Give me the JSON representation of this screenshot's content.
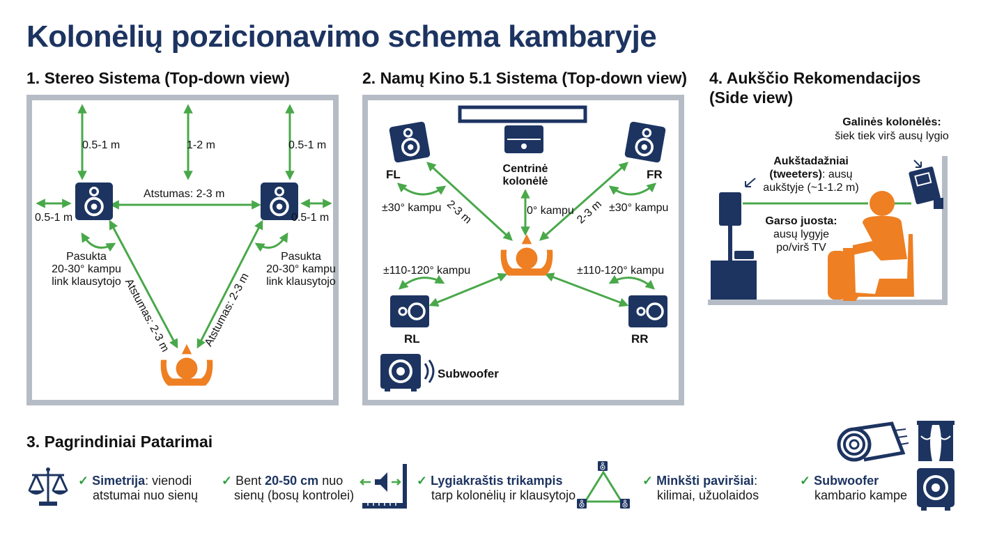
{
  "title": "Kolonėlių pozicionavimo schema kambaryje",
  "colors": {
    "navy": "#1d3461",
    "green": "#49a84a",
    "orange": "#ee7f22",
    "frame": "#b6bcc6"
  },
  "stereo": {
    "title": "1. Stereo Sistema (Top-down view)",
    "wall_left_dist": "0.5-1 m",
    "wall_center_dist": "1-2 m",
    "wall_right_dist": "0.5-1 m",
    "side_left_dist": "0.5-1 m",
    "side_right_dist": "0.5-1 m",
    "speaker_distance": "Atstumas: 2-3 m",
    "left_diag": "Atstumas: 2-3 m",
    "right_diag": "Atstumas: 2-3 m",
    "rot_left": [
      "Pasukta",
      "20-30° kampu",
      "link klausytojo"
    ],
    "rot_right": [
      "Pasukta",
      "20-30° kampu",
      "link klausytojo"
    ]
  },
  "home_theater": {
    "title": "2. Namų Kino 5.1 Sistema (Top-down view)",
    "fl": "FL",
    "fr": "FR",
    "rl": "RL",
    "rr": "RR",
    "center": [
      "Centrinė",
      "kolonėlė"
    ],
    "angle_front_left": "±30° kampu",
    "angle_front_right": "±30° kampu",
    "angle_center": "0° kampu",
    "dist_left": "2-3 m",
    "dist_right": "2-3 m",
    "angle_rear_left": "±110-120° kampu",
    "angle_rear_right": "±110-120° kampu",
    "subwoofer": "Subwoofer"
  },
  "height": {
    "title": [
      "4. Aukščio Rekomendacijos",
      "(Side view)"
    ],
    "rear_title": "Galinės kolonėlės:",
    "rear_text": "šiek tiek virš ausų lygio",
    "tweeter_title": [
      "Aukštadažniai",
      "(tweeters)"
    ],
    "tweeter_suffix": ": ausų",
    "tweeter_text": "aukštyje (~1-1.2 m)",
    "soundbar_title": "Garso juosta:",
    "soundbar_text": [
      "ausų lygyje",
      "po/virš TV"
    ]
  },
  "tips": {
    "title": "3. Pagrindiniai Patarimai",
    "items": [
      {
        "check": "✓",
        "bold": "Simetrija",
        "rest": ": vienodi",
        "line2": "atstumai nuo sienų",
        "icon": "scale-icon"
      },
      {
        "check": "✓",
        "pre": " Bent ",
        "bold": "20-50 cm",
        "rest": " nuo",
        "line2": "sienų (bosų kontrolei)",
        "icon": "wall-distance-icon"
      },
      {
        "check": "✓",
        "bold": "Lygiakraštis trikampis",
        "line2": "tarp kolonėlių ir klausytojo",
        "icon": "triangle-icon"
      },
      {
        "check": "✓",
        "bold": "Minkšti paviršiai",
        "rest": ":",
        "line2": "kilimai, užuolaidos",
        "icon": "rug-icon"
      },
      {
        "check": "✓",
        "bold": "Subwoofer",
        "line2": "kambario kampe",
        "icon": "subwoofer-icon"
      }
    ]
  }
}
